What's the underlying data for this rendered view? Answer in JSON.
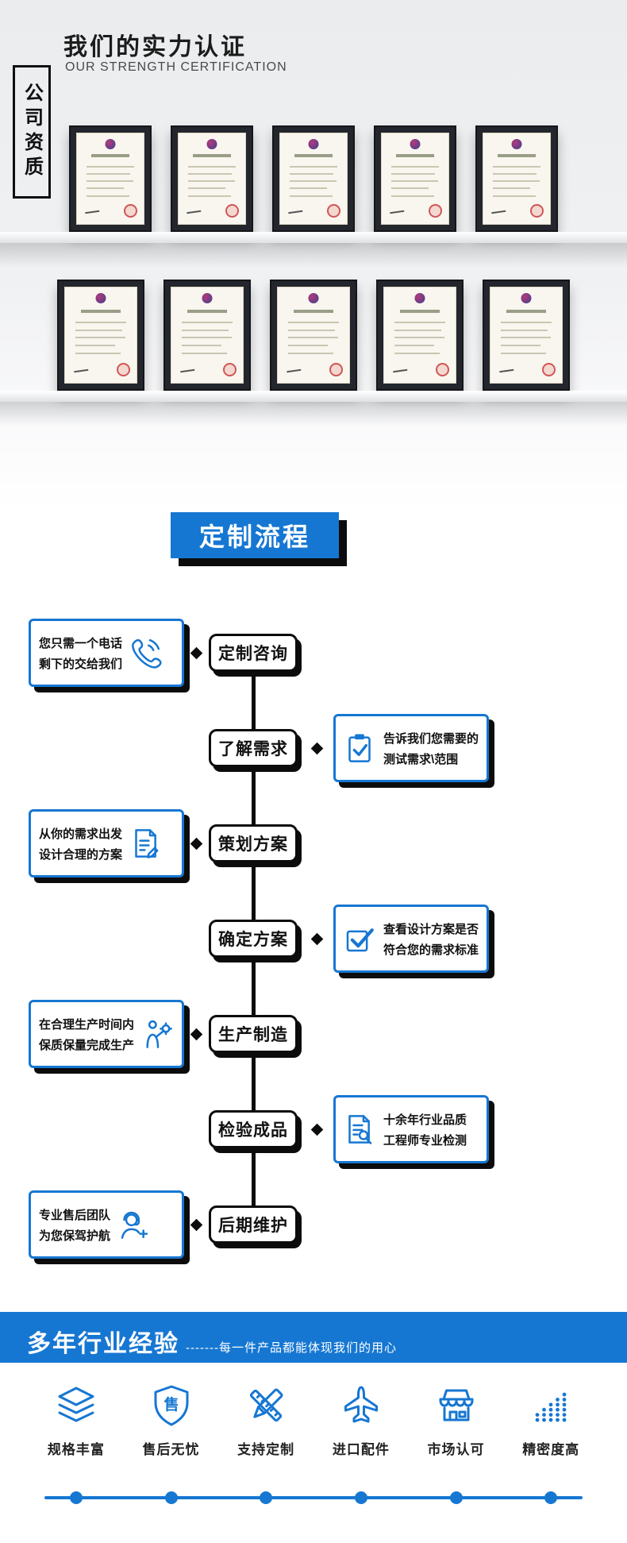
{
  "colors": {
    "accent": "#1677d2",
    "ink": "#0c0c0c"
  },
  "certification": {
    "title": "我们的实力认证",
    "subtitle": "OUR STRENGTH CERTIFICATION",
    "side_label": "公司资质",
    "shelves": [
      {
        "count": 5
      },
      {
        "count": 5
      }
    ]
  },
  "process": {
    "title": "定制流程",
    "steps": [
      {
        "label": "定制咨询",
        "note_side": "left",
        "icon": "phone-icon",
        "lines": [
          "您只需一个电话",
          "剩下的交给我们"
        ]
      },
      {
        "label": "了解需求",
        "note_side": "right",
        "icon": "clipboard-check-icon",
        "lines": [
          "告诉我们您需要的",
          "测试需求\\范围"
        ]
      },
      {
        "label": "策划方案",
        "note_side": "left",
        "icon": "plan-document-icon",
        "lines": [
          "从你的需求出发",
          "设计合理的方案"
        ]
      },
      {
        "label": "确定方案",
        "note_side": "right",
        "icon": "check-square-icon",
        "lines": [
          "查看设计方案是否",
          "符合您的需求标准"
        ]
      },
      {
        "label": "生产制造",
        "note_side": "left",
        "icon": "worker-icon",
        "lines": [
          "在合理生产时间内",
          "保质保量完成生产"
        ]
      },
      {
        "label": "检验成品",
        "note_side": "right",
        "icon": "inspect-document-icon",
        "lines": [
          "十余年行业品质",
          "工程师专业检测"
        ]
      },
      {
        "label": "后期维护",
        "note_side": "left",
        "icon": "customer-service-icon",
        "lines": [
          "专业售后团队",
          "为您保驾护航"
        ]
      }
    ]
  },
  "experience": {
    "title": "多年行业经验",
    "subtitle": "-------每一件产品都能体现我们的用心",
    "features": [
      {
        "label": "规格丰富",
        "icon": "layers-icon"
      },
      {
        "label": "售后无忧",
        "icon": "shield-icon",
        "icon_char": "售"
      },
      {
        "label": "支持定制",
        "icon": "customize-icon"
      },
      {
        "label": "进口配件",
        "icon": "plane-icon"
      },
      {
        "label": "市场认可",
        "icon": "market-icon"
      },
      {
        "label": "精密度高",
        "icon": "precision-icon"
      }
    ]
  }
}
